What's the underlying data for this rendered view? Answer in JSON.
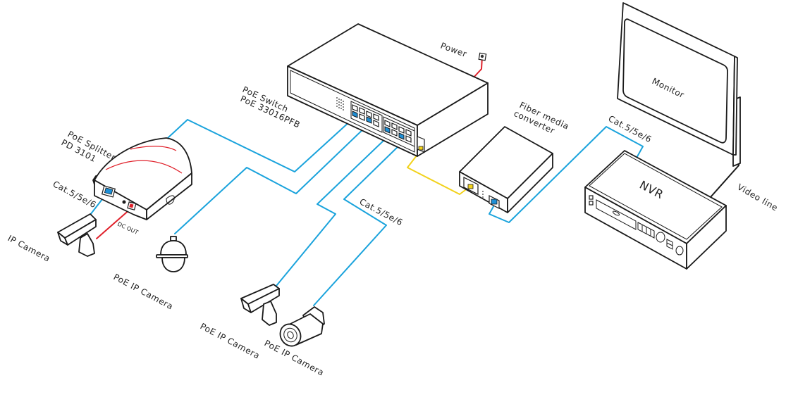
{
  "diagram": {
    "type": "network-topology",
    "colors": {
      "ethernet_cable": "#1aa3dc",
      "fiber_cable": "#f2d21c",
      "power_cable": "#e0202a",
      "outline": "#1a1a1a",
      "port_highlight": "#1e8fd6"
    },
    "labels": {
      "switch_line1": "PoE  Switch",
      "switch_line2": "PoE 33016PFB",
      "power": "Power",
      "splitter_line1": "PoE Splitter",
      "splitter_line2": "PD 3101",
      "cat_splitter": "Cat.5/5e/6",
      "dc_out": "DC OUT",
      "ip_camera": "IP Camera",
      "poe_ip_camera_dome": "PoE IP Camera",
      "poe_ip_camera_box": "PoE IP Camera",
      "poe_ip_camera_bullet": "PoE IP Camera",
      "cat_center": "Cat.5/5e/6",
      "fiber_line1": "Fiber media",
      "fiber_line2": "converter",
      "cat_nvr": "Cat.5/5e/6",
      "monitor": "Monitor",
      "nvr": "NVR",
      "video_line": "Video line"
    },
    "nodes": [
      {
        "id": "poe-switch",
        "label": "PoE Switch PoE 33016PFB"
      },
      {
        "id": "poe-splitter",
        "label": "PoE Splitter PD 3101"
      },
      {
        "id": "ip-camera",
        "label": "IP Camera"
      },
      {
        "id": "dome-camera",
        "label": "PoE IP Camera"
      },
      {
        "id": "box-camera",
        "label": "PoE IP Camera"
      },
      {
        "id": "bullet-camera",
        "label": "PoE IP Camera"
      },
      {
        "id": "fiber-converter",
        "label": "Fiber media converter"
      },
      {
        "id": "nvr",
        "label": "NVR"
      },
      {
        "id": "monitor",
        "label": "Monitor"
      }
    ],
    "edges": [
      {
        "from": "poe-switch",
        "to": "poe-splitter",
        "medium": "Cat.5/5e/6"
      },
      {
        "from": "poe-splitter",
        "to": "ip-camera",
        "medium": "Cat.5/5e/6"
      },
      {
        "from": "poe-splitter",
        "to": "ip-camera",
        "medium": "DC OUT"
      },
      {
        "from": "poe-switch",
        "to": "dome-camera",
        "medium": "Cat.5/5e/6"
      },
      {
        "from": "poe-switch",
        "to": "box-camera",
        "medium": "Cat.5/5e/6"
      },
      {
        "from": "poe-switch",
        "to": "bullet-camera",
        "medium": "Cat.5/5e/6"
      },
      {
        "from": "poe-switch",
        "to": "fiber-converter",
        "medium": "Fiber"
      },
      {
        "from": "fiber-converter",
        "to": "nvr",
        "medium": "Cat.5/5e/6"
      },
      {
        "from": "nvr",
        "to": "monitor",
        "medium": "Video line"
      },
      {
        "from": "power",
        "to": "poe-switch",
        "medium": "Power"
      }
    ]
  }
}
